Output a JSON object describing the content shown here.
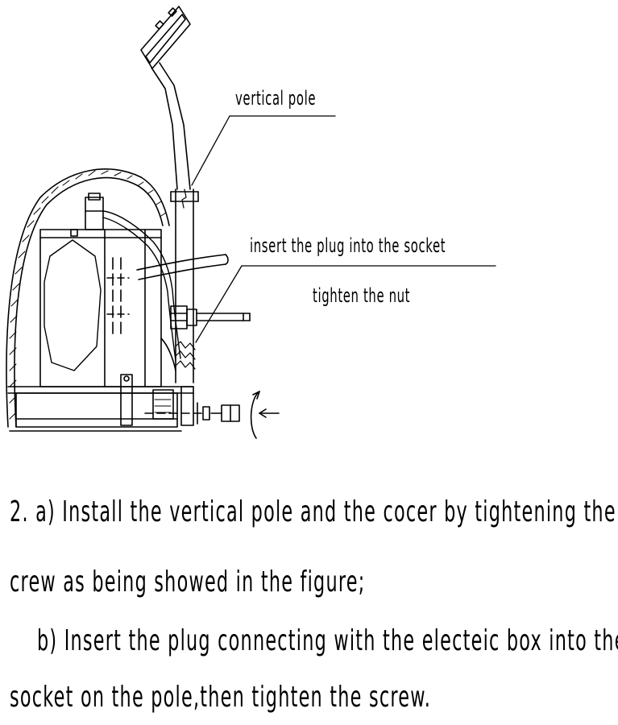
{
  "labels": {
    "vertical_pole": "vertical pole",
    "insert_plug": "insert the plug into the socket",
    "tighten_nut": "tighten the nut"
  },
  "instructions": {
    "line1": "2. a) Install the vertical pole and the cocer by tightening the",
    "line2": "crew as being showed in the figure;",
    "line3": "b) Insert the plug connecting with the electeic box into the",
    "line4": "socket on the pole,then tighten the screw."
  },
  "colors": {
    "ink": "#000000",
    "background": "#ffffff"
  }
}
